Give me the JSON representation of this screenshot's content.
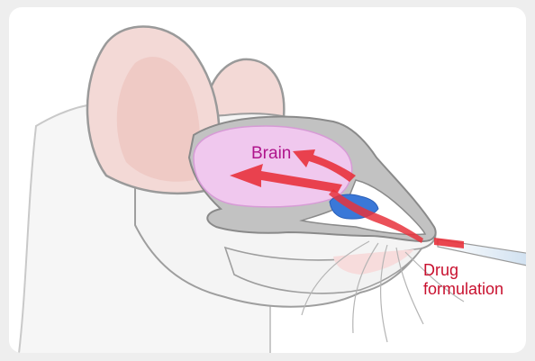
{
  "labels": {
    "brain": "Brain",
    "drug_line1": "Drug",
    "drug_line2": "formulation"
  },
  "colors": {
    "brain_label": "#b0158c",
    "drug_label": "#c8102e",
    "brain_fill": "#f0c8ee",
    "drug_path": "#e8323c",
    "olfactory_epithelium": "#3a78d8",
    "skull_bone": "#bdbdbd",
    "ear_fill": "#f3d9d6",
    "background": "#eeeeee"
  },
  "icons": {
    "pipette": "pipette-icon"
  }
}
